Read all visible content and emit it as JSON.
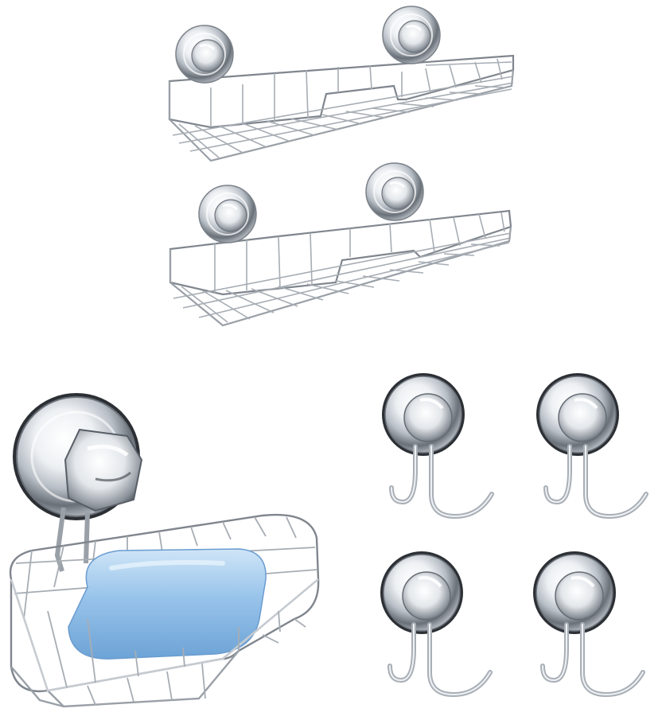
{
  "scene": {
    "background": "#ffffff",
    "subject": "product-set",
    "items": [
      {
        "kind": "shower-caddy-basket",
        "count": 2
      },
      {
        "kind": "soap-dish-with-soap",
        "count": 1
      },
      {
        "kind": "double-hook",
        "count": 4
      }
    ],
    "colors": {
      "chrome_light": "#f4f6f8",
      "chrome_mid": "#b9bfc6",
      "chrome_dark": "#5b6169",
      "wire": "#9aa0a7",
      "soap": "#8fbde6",
      "soap_highlight": "#cfe5f7"
    }
  }
}
